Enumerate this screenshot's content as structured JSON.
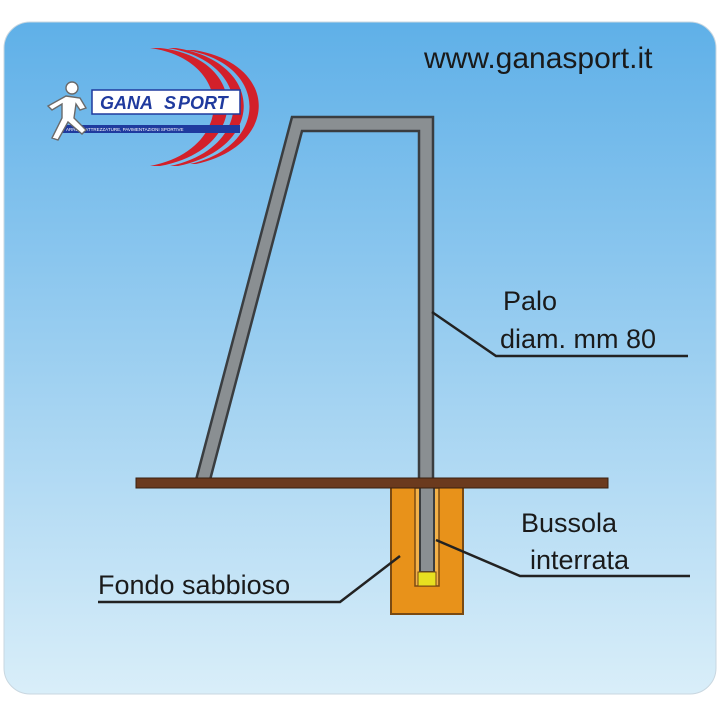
{
  "website": "www.ganasport.it",
  "logo": {
    "text_left": "ANA",
    "text_right": "PORT",
    "tagline": "ARREDI, ATTREZZATURE, PAVIMENTAZIONI SPORTIVE",
    "icon": "runner-icon"
  },
  "labels": {
    "pole": {
      "line1": "Palo",
      "line2": "diam. mm 80"
    },
    "sleeve": {
      "line1": "Bussola",
      "line2": "interrata"
    },
    "base": "Fondo sabbioso"
  },
  "colors": {
    "background_top": "#5fb0e8",
    "background_bottom": "#d9eef9",
    "pole": "#8a8f92",
    "pole_edge": "#3a3d40",
    "ground": "#6b3a1e",
    "sleeve_fill": "#e8921a",
    "sleeve_edge": "#7a4a12",
    "cap": "#e8e020",
    "logo_red": "#d3202a",
    "logo_blue": "#1f3a9e"
  }
}
